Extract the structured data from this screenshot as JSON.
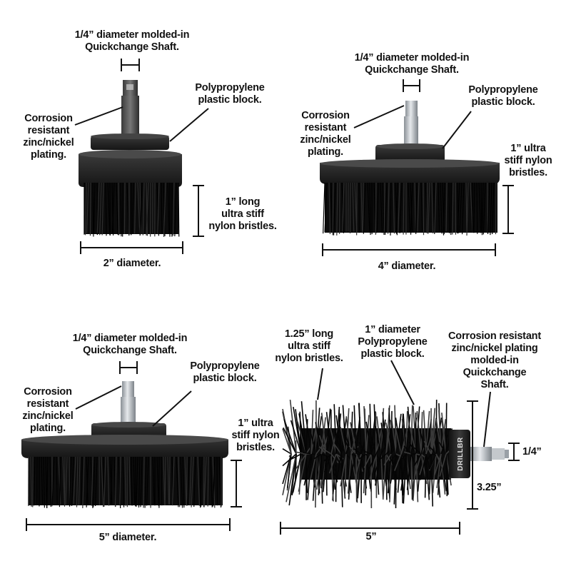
{
  "brushes": [
    {
      "id": "brush-2in",
      "shaft_label": "1/4” diameter molded-in\nQuickchange Shaft.",
      "block_label": "Polypropylene\nplastic block.",
      "plating_label": "Corrosion\nresistant\nzinc/nickel\nplating.",
      "bristle_label": "1” long\nultra stiff\nnylon bristles.",
      "diameter_label": "2” diameter."
    },
    {
      "id": "brush-4in",
      "shaft_label": "1/4” diameter molded-in\nQuickchange Shaft.",
      "block_label": "Polypropylene\nplastic block.",
      "plating_label": "Corrosion\nresistant\nzinc/nickel\nplating.",
      "bristle_label": "1” ultra\nstiff nylon\nbristles.",
      "diameter_label": "4” diameter."
    },
    {
      "id": "brush-5in",
      "shaft_label": "1/4” diameter molded-in\nQuickchange Shaft.",
      "block_label": "Polypropylene\nplastic block.",
      "plating_label": "Corrosion\nresistant\nzinc/nickel\nplating.",
      "bristle_label": "1” ultra\nstiff nylon\nbristles.",
      "diameter_label": "5” diameter."
    },
    {
      "id": "brush-cylinder",
      "bristle_label": "1.25” long\nultra stiff\nnylon bristles.",
      "block_label": "1” diameter\nPolypropylene\nplastic block.",
      "plating_label": "Corrosion resistant\nzinc/nickel plating\nmolded-in\nQuickchange\nShaft.",
      "shaft_label": "1/4”",
      "height_label": "3.25”",
      "length_label": "5”",
      "brand_text": "DRILLBR"
    }
  ],
  "colors": {
    "background": "#ffffff",
    "text": "#111111",
    "brush_body": "#1c1c1c",
    "bristle": "#0a0a0a",
    "metal": "#b8bcc0"
  }
}
